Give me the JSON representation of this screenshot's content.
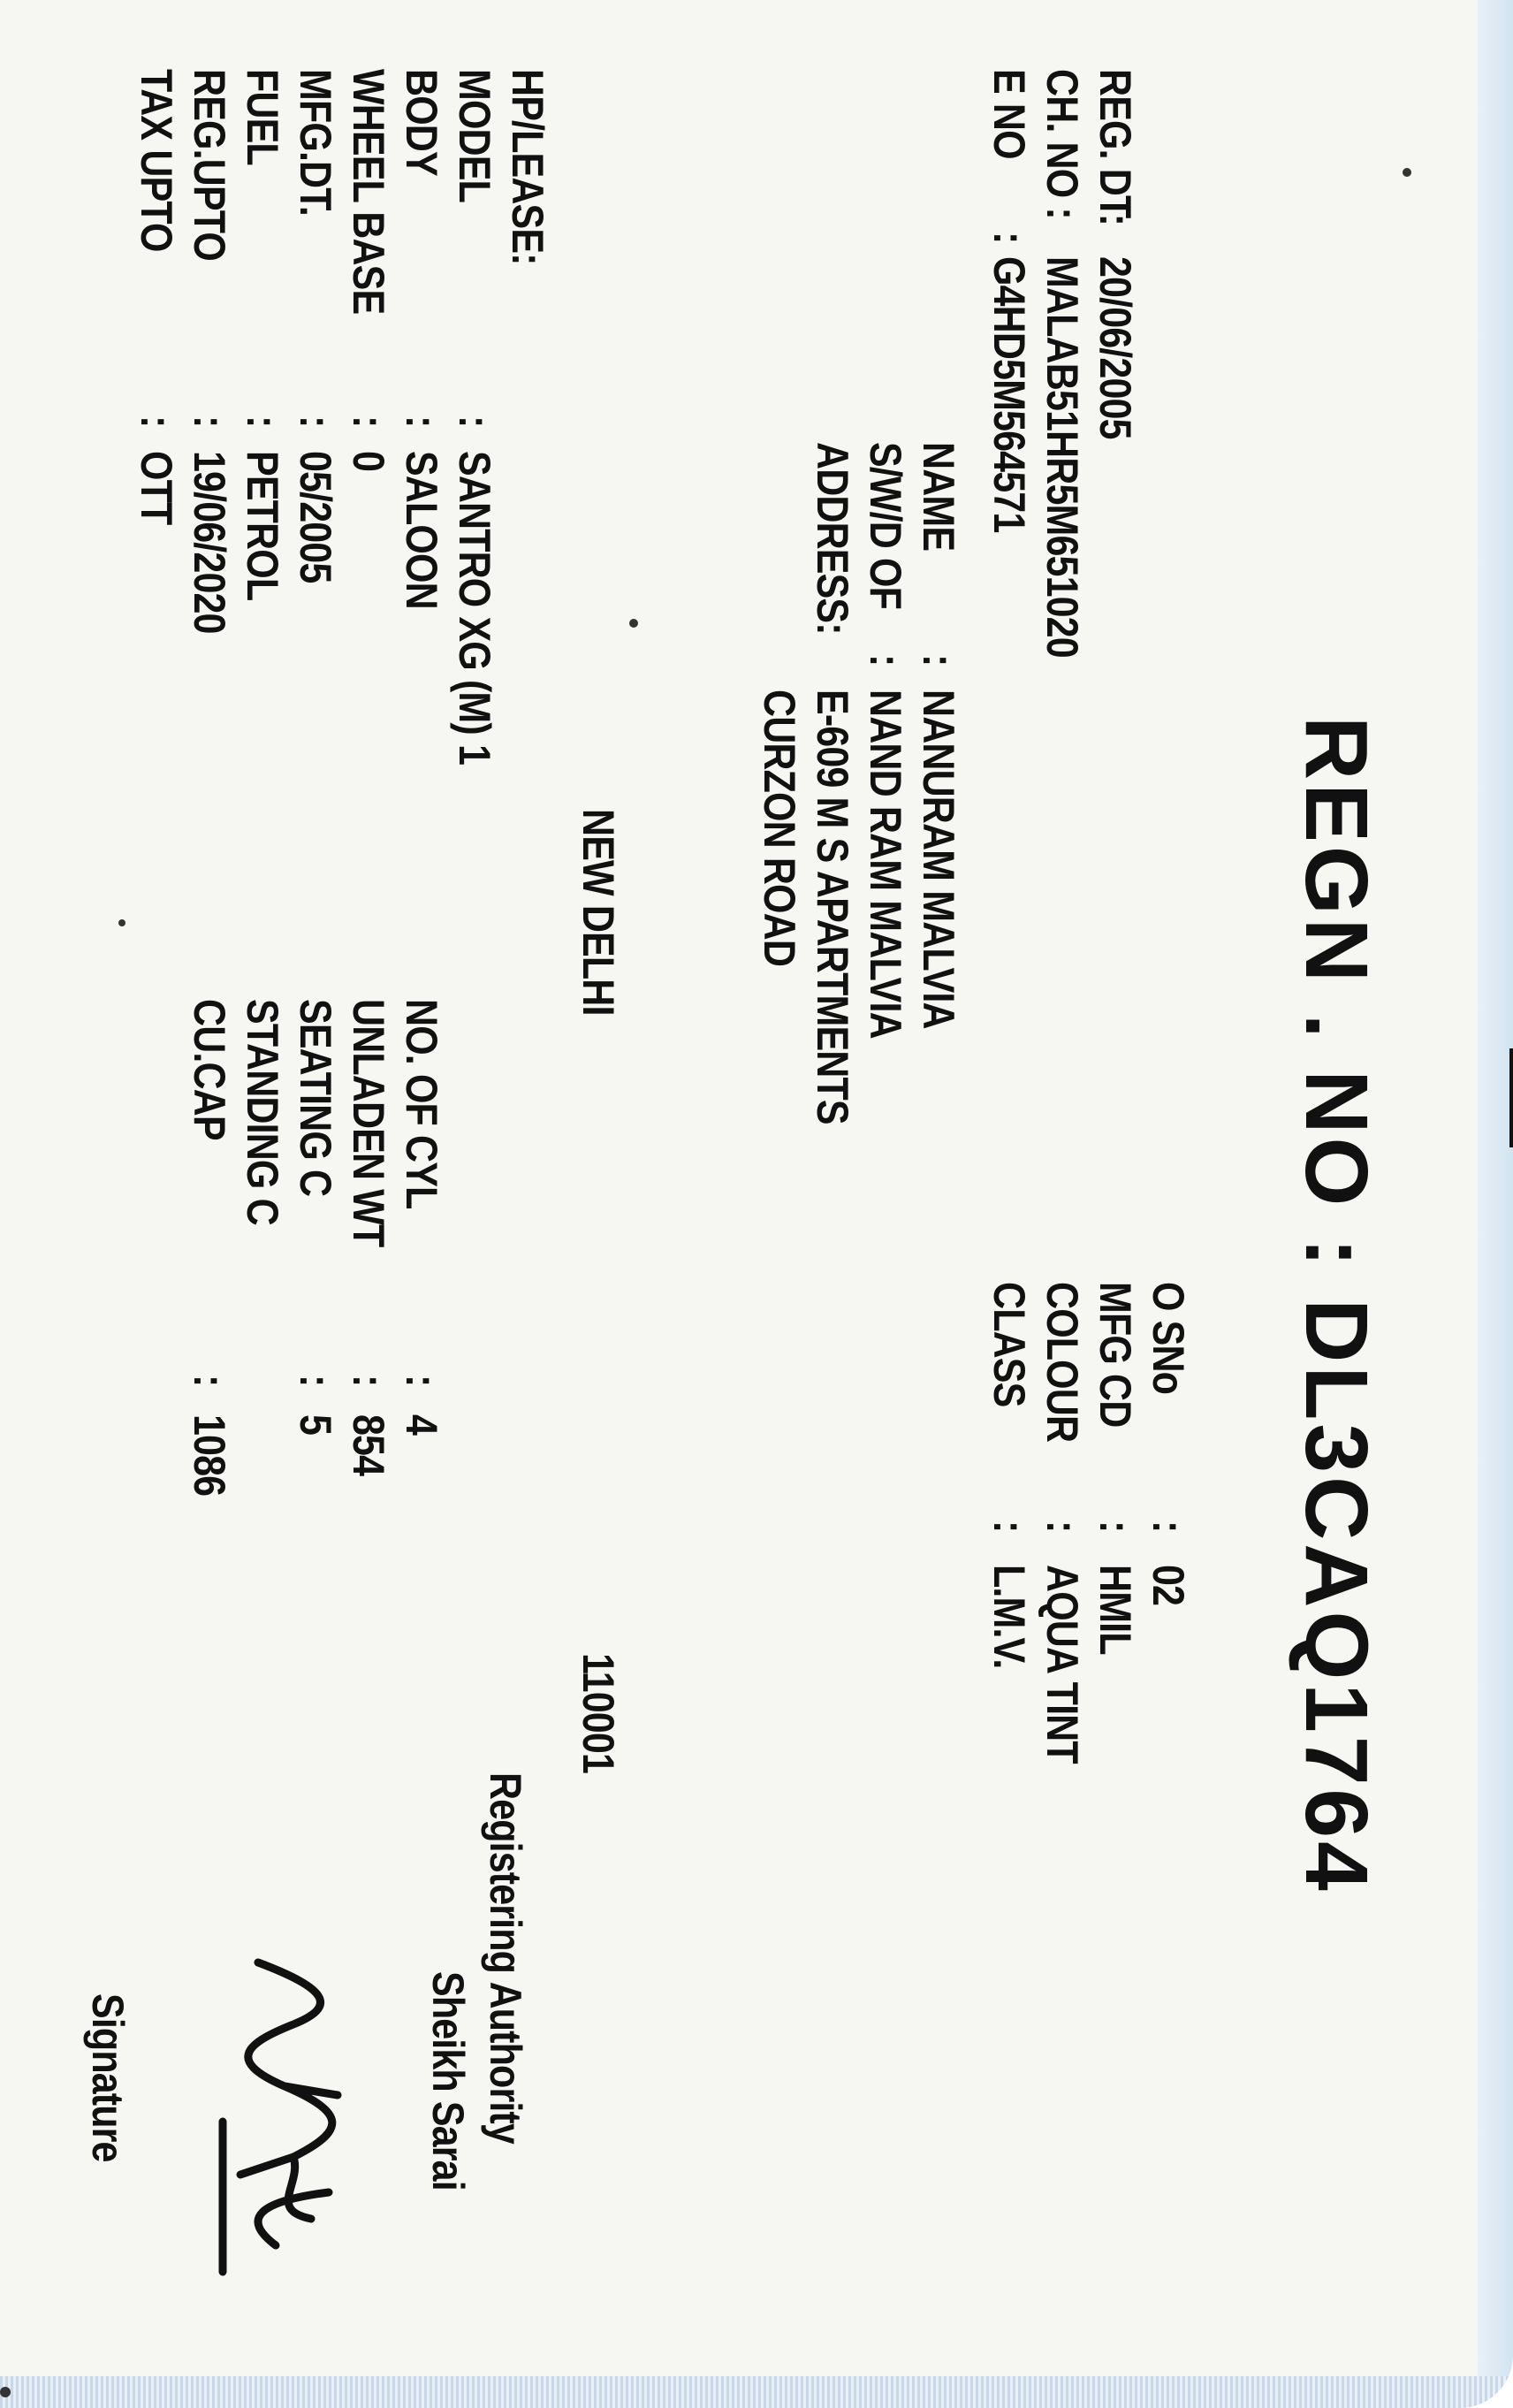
{
  "header": {
    "regn_label": "REGN . NO :",
    "regn_value": "DL3CAQ1764"
  },
  "left_fields": {
    "reg_dt": {
      "label": "REG. DT:",
      "value": "20/06/2005"
    },
    "ch_no": {
      "label": "CH. NO :",
      "value": "MALAB51HR5M651020"
    },
    "e_no": {
      "label": "E NO",
      "sep": ":",
      "value": "G4HD5M564571"
    }
  },
  "right_fields": {
    "o_sno": {
      "label": "O SNo",
      "sep": ":",
      "value": "02"
    },
    "mfg_cd": {
      "label": "MFG CD",
      "sep": ":",
      "value": "HMIL"
    },
    "colour": {
      "label": "COLOUR",
      "sep": ":",
      "value": "AQUA TINT"
    },
    "class": {
      "label": "CLASS",
      "sep": ":",
      "value": "L.M.V."
    }
  },
  "owner": {
    "name": {
      "label": "NAME",
      "sep": ":",
      "value": "NANURAM MALVIA"
    },
    "swd_of": {
      "label": "S/W/D OF",
      "sep": ":",
      "value": "NAND RAM MALVIA"
    },
    "address": {
      "label": "ADDRESS:",
      "line1": "E-609 M S APARTMENTS",
      "line2": "CURZON ROAD"
    },
    "city": "NEW DELHI",
    "pin": "110001"
  },
  "vehicle": {
    "hp_lease": {
      "label": "HP/LEASE:"
    },
    "model": {
      "label": "MODEL",
      "sep": ":",
      "value": "SANTRO XG (M) 1"
    },
    "body": {
      "label": "BODY",
      "sep": ":",
      "value": "SALOON"
    },
    "wheel_base": {
      "label": "WHEEL BASE",
      "sep": ":",
      "value": "0"
    },
    "mfg_dt": {
      "label": "MFG.DT.",
      "sep": ":",
      "value": "05/2005"
    },
    "fuel": {
      "label": "FUEL",
      "sep": ":",
      "value": "PETROL"
    },
    "reg_upto": {
      "label": "REG.UPTO",
      "sep": ":",
      "value": "19/06/2020"
    },
    "tax_upto": {
      "label": "TAX UPTO",
      "sep": ":",
      "value": "OTT"
    }
  },
  "specs": {
    "no_of_cyl": {
      "label": "NO. OF CYL",
      "sep": ":",
      "value": "4"
    },
    "unladen_wt": {
      "label": "UNLADEN WT",
      "sep": ":",
      "value": "854"
    },
    "seating_c": {
      "label": "SEATING C",
      "sep": ":",
      "value": "5"
    },
    "standing_c": {
      "label": "STANDING C"
    },
    "cu_cap": {
      "label": "CU.CAP",
      "sep": ":",
      "value": "1086"
    }
  },
  "authority": {
    "line1": "Registering Authority",
    "line2": "Sheikh Sarai",
    "signature_label": "Signature"
  }
}
